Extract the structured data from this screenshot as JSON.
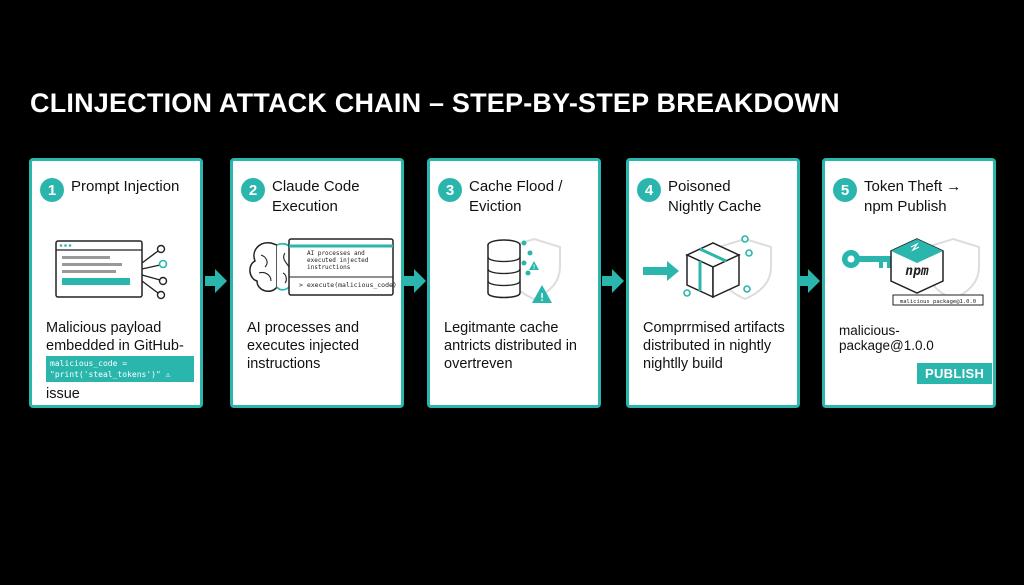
{
  "title": "CLINJECTION ATTACK CHAIN – STEP-BY-STEP BREAKDOWN",
  "colors": {
    "accent": "#2bb6ad",
    "background": "#000000",
    "card": "#ffffff"
  },
  "steps": [
    {
      "number": "1",
      "title": "Prompt Injection",
      "illustration": "browser-window-icon",
      "desc_line1": "Malicious payload embedded in GitHub-",
      "code": "malicious_code = \"print('steal_tokens')\" ⚠",
      "desc_line2": "issue"
    },
    {
      "number": "2",
      "title": "Claude Code\nExecution",
      "illustration": "brain-icon",
      "panel_line1": "AI processes and",
      "panel_line2": "executed injected",
      "panel_line3": "instructions",
      "panel_cmd": "> execute(malicious_code)",
      "desc": "AI processes and executes injected instructions"
    },
    {
      "number": "3",
      "title": "Cache Flood /\nEviction",
      "illustration": "database-icon",
      "desc": "Legitmante cache antricts distributed in overtreven"
    },
    {
      "number": "4",
      "title": "Poisoned\nNightly Cache",
      "illustration": "package-box-icon",
      "desc": "Comprrmised artifacts distributed in nightly nightlly build"
    },
    {
      "number": "5",
      "title": "Token Theft →\nnpm Publish",
      "illustration": "key-icon",
      "npm_logo": "npm",
      "pkg_small": "malicious package@1.0.0",
      "pkg": "malicious-package@1.0.0",
      "publish": "PUBLISH"
    }
  ]
}
